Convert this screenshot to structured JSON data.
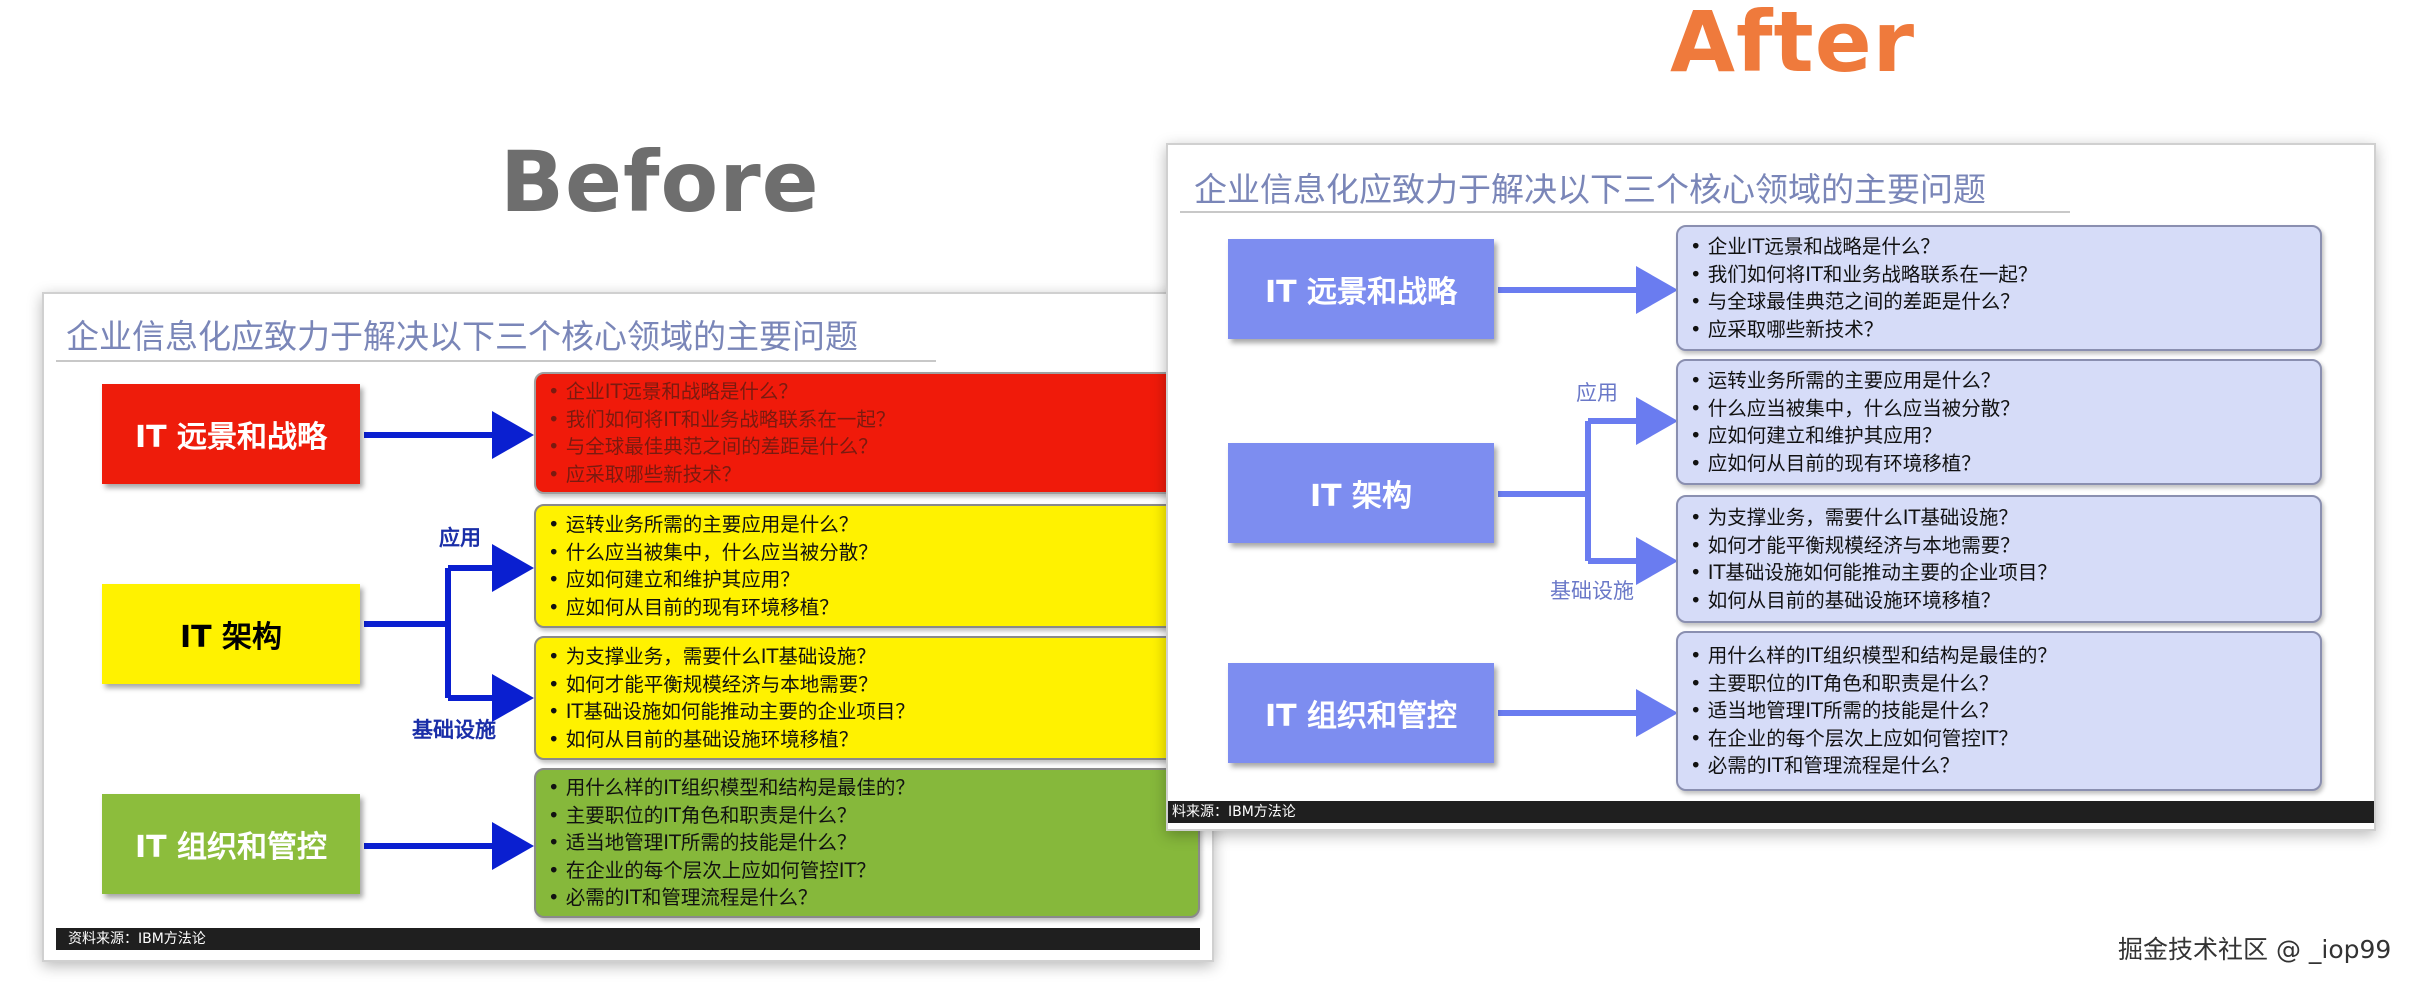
{
  "before_label": "Before",
  "after_label": "After",
  "slide_title": "企业信息化应致力于解决以下三个核心领域的主要问题",
  "areas": [
    {
      "label": "IT 远景和战略"
    },
    {
      "label": "IT 架构"
    },
    {
      "label": "IT 组织和管控"
    }
  ],
  "branch_labels": {
    "app": "应用",
    "infra": "基础设施"
  },
  "question_groups": [
    [
      "企业IT远景和战略是什么？",
      "我们如何将IT和业务战略联系在一起？",
      "与全球最佳典范之间的差距是什么？",
      "应采取哪些新技术？"
    ],
    [
      "运转业务所需的主要应用是什么？",
      "什么应当被集中，什么应当被分散？",
      "应如何建立和维护其应用？",
      "应如何从目前的现有环境移植？"
    ],
    [
      "为支撑业务，需要什么IT基础设施？",
      "如何才能平衡规模经济与本地需要？",
      "IT基础设施如何能推动主要的企业项目？",
      "如何从目前的基础设施环境移植？"
    ],
    [
      "用什么样的IT组织模型和结构是最佳的？",
      "主要职位的IT角色和职责是什么？",
      "适当地管理IT所需的技能是什么？",
      "在企业的每个层次上应如何管控IT？",
      "必需的IT和管理流程是什么？"
    ]
  ],
  "footer_before": "资料来源：IBM方法论",
  "footer_after": "料来源：IBM方法论",
  "watermark": "掘金技术社区 @ _iop99",
  "colors": {
    "before_area_fills": [
      "#ee1c0b",
      "#fff200",
      "#8cbd3c"
    ],
    "before_area_text": [
      "#ffffff",
      "#000000",
      "#ffffff"
    ],
    "before_box_fills": [
      "#f01a0a",
      "#fff200",
      "#fff200",
      "#86b83b"
    ],
    "before_arrow": "#0a1fd0",
    "before_branch_text": "#1a2ea8",
    "after_area_fill": "#7d8df0",
    "after_area_text": "#ffffff",
    "after_box_fill": "#d6dcf8",
    "after_arrow": "#6a7cf0",
    "after_branch_text": "#6a78c8",
    "before_label": "#6e6e6e",
    "after_label": "#ef7a3c"
  }
}
